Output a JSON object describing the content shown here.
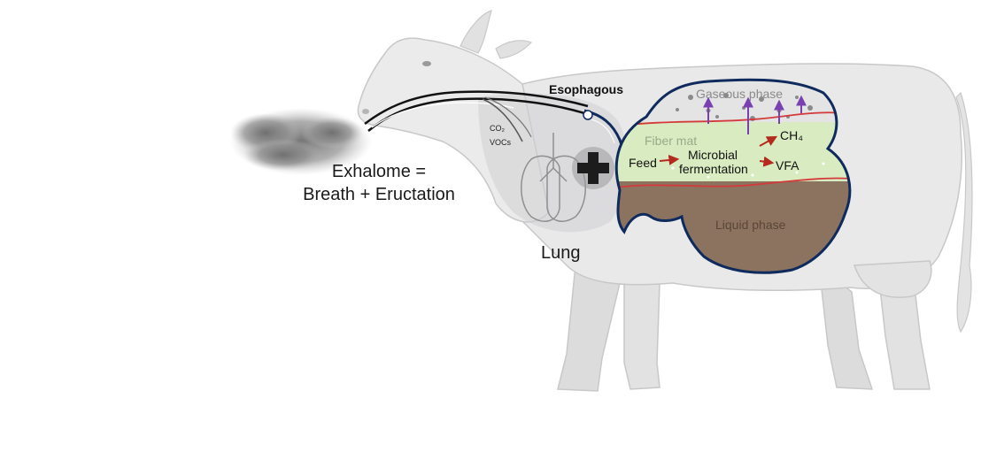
{
  "labels": {
    "exhalome_line1": "Exhalome =",
    "exhalome_line2": "Breath + Eructation",
    "esophagous": "Esophagous",
    "co2": "CO₂",
    "vocs": "VOCs",
    "lung": "Lung",
    "gaseous_phase": "Gaseous phase",
    "fiber_mat": "Fiber mat",
    "feed": "Feed",
    "microbial": "Microbial",
    "fermentation": "fermentation",
    "ch4": "CH₄",
    "vfa": "VFA",
    "liquid_phase": "Liquid phase"
  },
  "colors": {
    "cow_body": "#e9e9ea",
    "cow_outline": "#c8c8ca",
    "rumen_outline": "#0f2a5c",
    "gas_layer": "#e4e4e4",
    "fiber_layer": "#d9ecc1",
    "liquid_layer": "#8c7360",
    "layer_boundary": "#d43a3a",
    "arrow_red": "#b52a1e",
    "arrow_purple": "#7a3fb0",
    "airway": "#111111",
    "smoke": "#7d7d7d",
    "heart": "#1c1c1c"
  },
  "icons": {
    "heart": "plus-shaped-heart-icon",
    "breath_cloud": "smoke-cloud-icon"
  }
}
